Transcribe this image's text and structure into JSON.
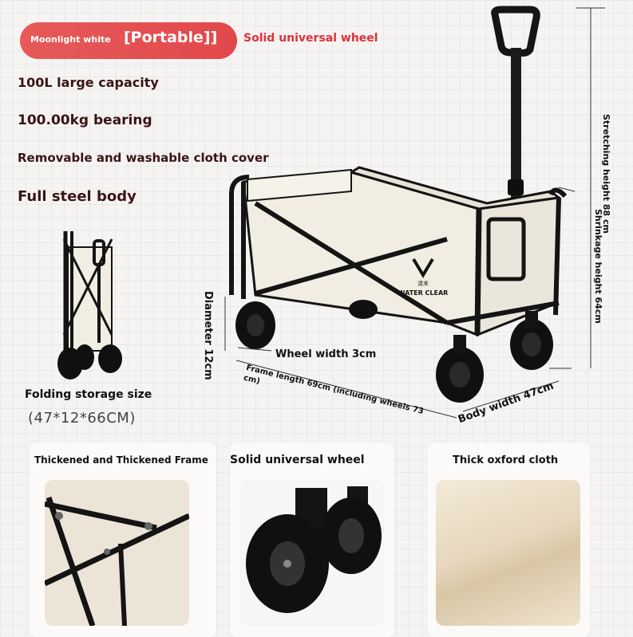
{
  "header": {
    "color_name": "Moonlight white",
    "tag": "[Portable]]",
    "side_label": "Solid universal wheel",
    "pill_color": "#e4504f"
  },
  "features": [
    "100L large capacity",
    "100.00kg bearing",
    "Removable and washable cloth cover",
    "Full steel body"
  ],
  "folded": {
    "title": "Folding storage size",
    "size": "(47*12*66CM)"
  },
  "dimensions": {
    "stretching_height": "Stretching height 88 cm",
    "shrinkage_height": "Shrinkage height 64cm",
    "diameter": "Diameter 12cm",
    "wheel_width": "Wheel width 3cm",
    "frame_length": "Frame length 69cm (including wheels 73 cm)",
    "body_width": "Body width 47cm"
  },
  "brand": {
    "name_cn": "清禾",
    "name_en": "WATER CLEAR"
  },
  "cards": [
    {
      "title": "Thickened and Thickened Frame"
    },
    {
      "title": "Solid universal wheel"
    },
    {
      "title": "Thick oxford cloth"
    }
  ],
  "colors": {
    "frame": "#141414",
    "cloth": "#f1ede3",
    "title_text": "#3a1414"
  }
}
